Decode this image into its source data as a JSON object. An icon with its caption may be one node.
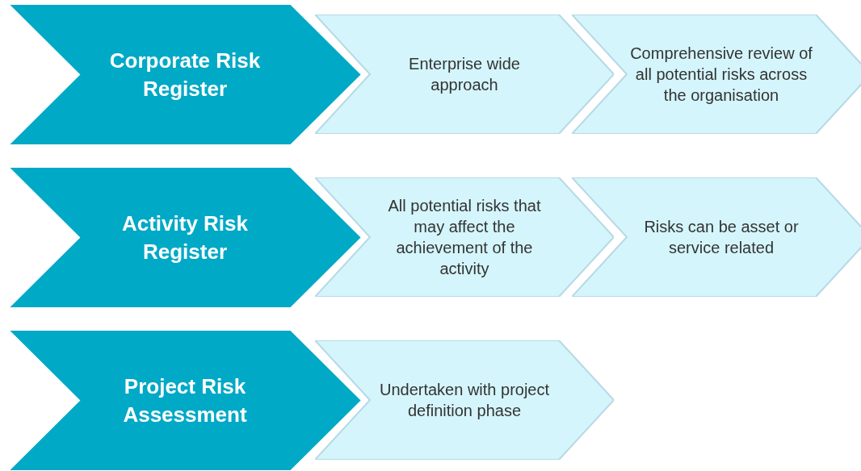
{
  "diagram": {
    "nodes": [
      {
        "text": [
          "Corporate Risk Register"
        ]
      },
      {
        "text": [
          "Enterprise wide approach"
        ]
      },
      {
        "text": [
          "Comprehensive review of all potential risks across the organisation"
        ]
      },
      {
        "text": [
          "Activity Risk Register"
        ]
      },
      {
        "text": [
          "All potential risks that may affect the achievement of the activity"
        ]
      },
      {
        "text": [
          "Risks can be asset or service related"
        ]
      },
      {
        "text": [
          "Project Risk Assessment"
        ]
      },
      {
        "text": [
          "Undertaken with project definition phase"
        ]
      }
    ]
  }
}
